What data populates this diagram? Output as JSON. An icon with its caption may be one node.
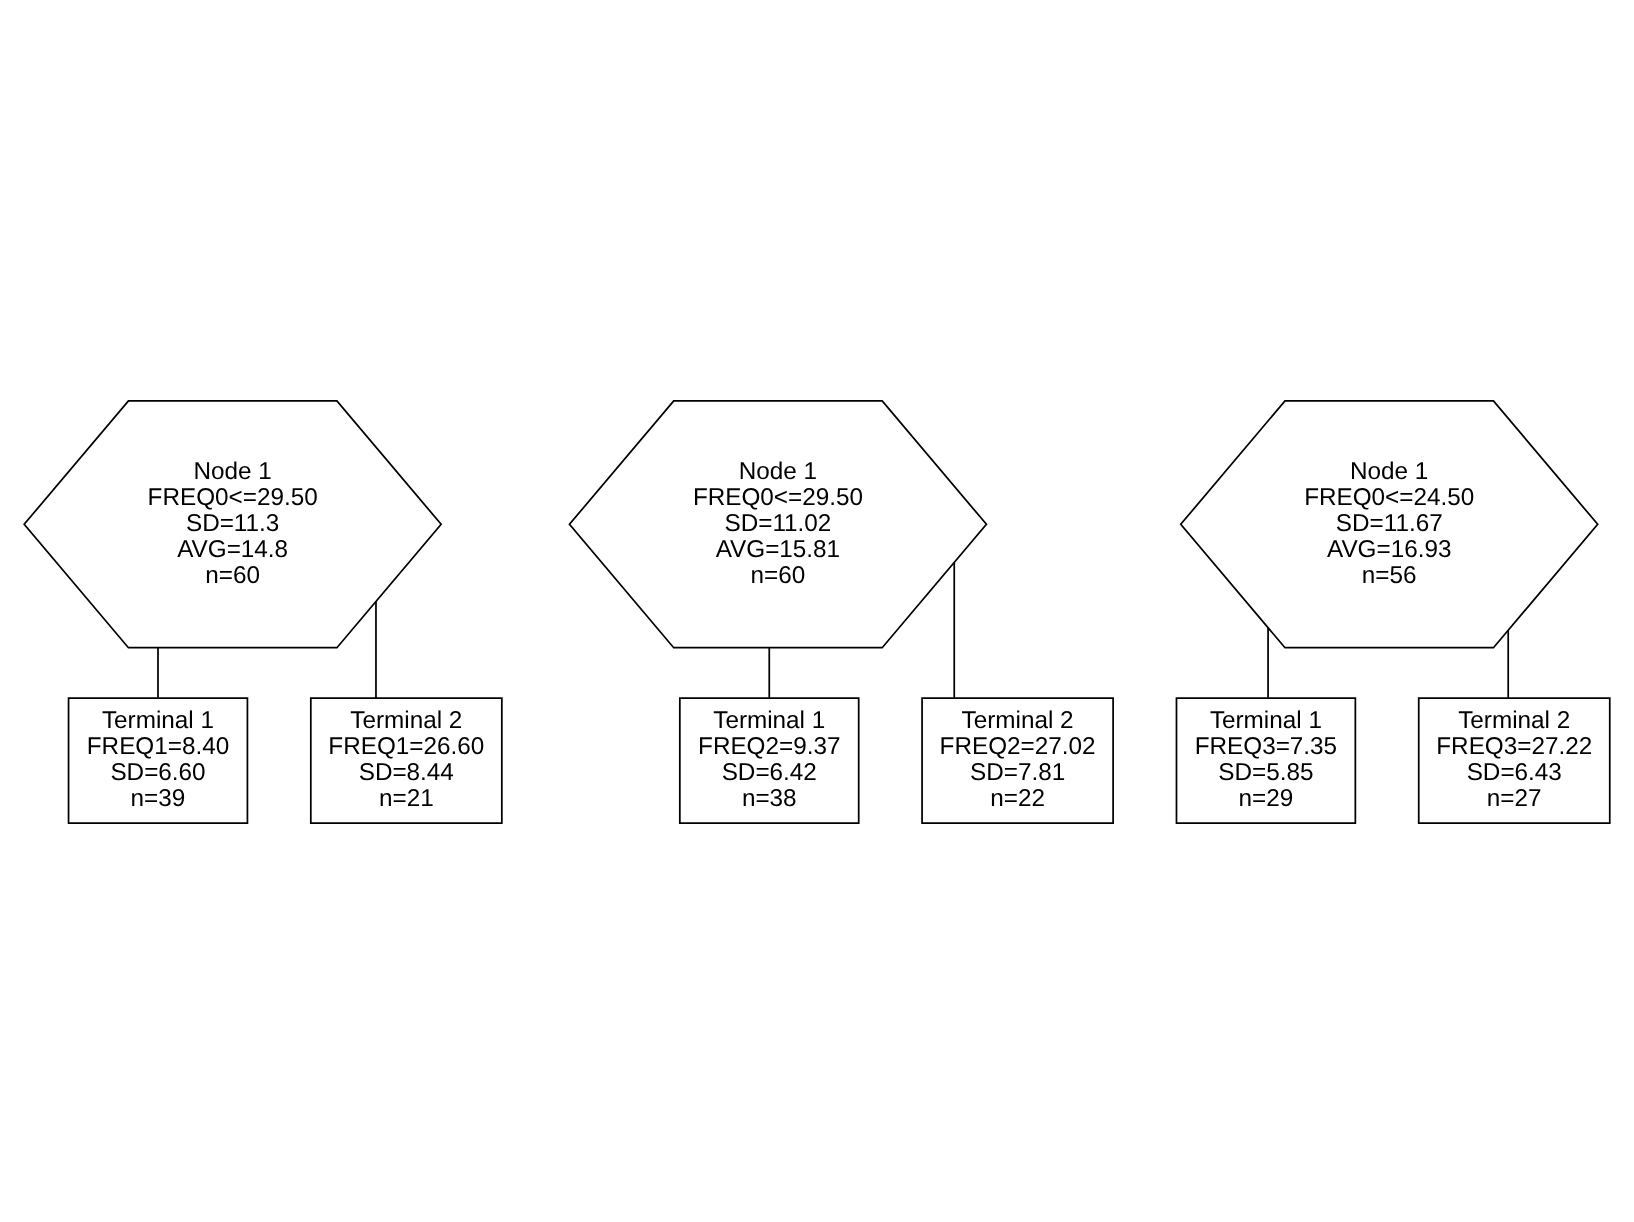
{
  "diagram": {
    "nodes": [
      {
        "text": [
          "Node 1",
          "FREQ0<=29.50",
          "SD=11.3",
          "AVG=14.8",
          "n=60"
        ]
      },
      {
        "text": [
          "Terminal 1",
          "FREQ1=8.40",
          "SD=6.60",
          "n=39"
        ]
      },
      {
        "text": [
          "Terminal 2",
          "FREQ1=26.60",
          "SD=8.44",
          "n=21"
        ]
      },
      {
        "text": [
          "Node 1",
          "FREQ0<=29.50",
          "SD=11.02",
          "AVG=15.81",
          "n=60"
        ]
      },
      {
        "text": [
          "Terminal 1",
          "FREQ2=9.37",
          "SD=6.42",
          "n=38"
        ]
      },
      {
        "text": [
          "Terminal 2",
          "FREQ2=27.02",
          "SD=7.81",
          "n=22"
        ]
      },
      {
        "text": [
          "Node 1",
          "FREQ0<=24.50",
          "SD=11.67",
          "AVG=16.93",
          "n=56"
        ]
      },
      {
        "text": [
          "Terminal 1",
          "FREQ3=7.35",
          "SD=5.85",
          "n=29"
        ]
      },
      {
        "text": [
          "Terminal 2",
          "FREQ3=27.22",
          "SD=6.43",
          "n=27"
        ]
      }
    ],
    "edges": [
      {
        "from": 0,
        "to": 1,
        "arrow": "none"
      },
      {
        "from": 0,
        "to": 2,
        "arrow": "none"
      },
      {
        "from": 3,
        "to": 4,
        "arrow": "none"
      },
      {
        "from": 3,
        "to": 5,
        "arrow": "none"
      },
      {
        "from": 6,
        "to": 7,
        "arrow": "none"
      },
      {
        "from": 6,
        "to": 8,
        "arrow": "none"
      }
    ]
  }
}
